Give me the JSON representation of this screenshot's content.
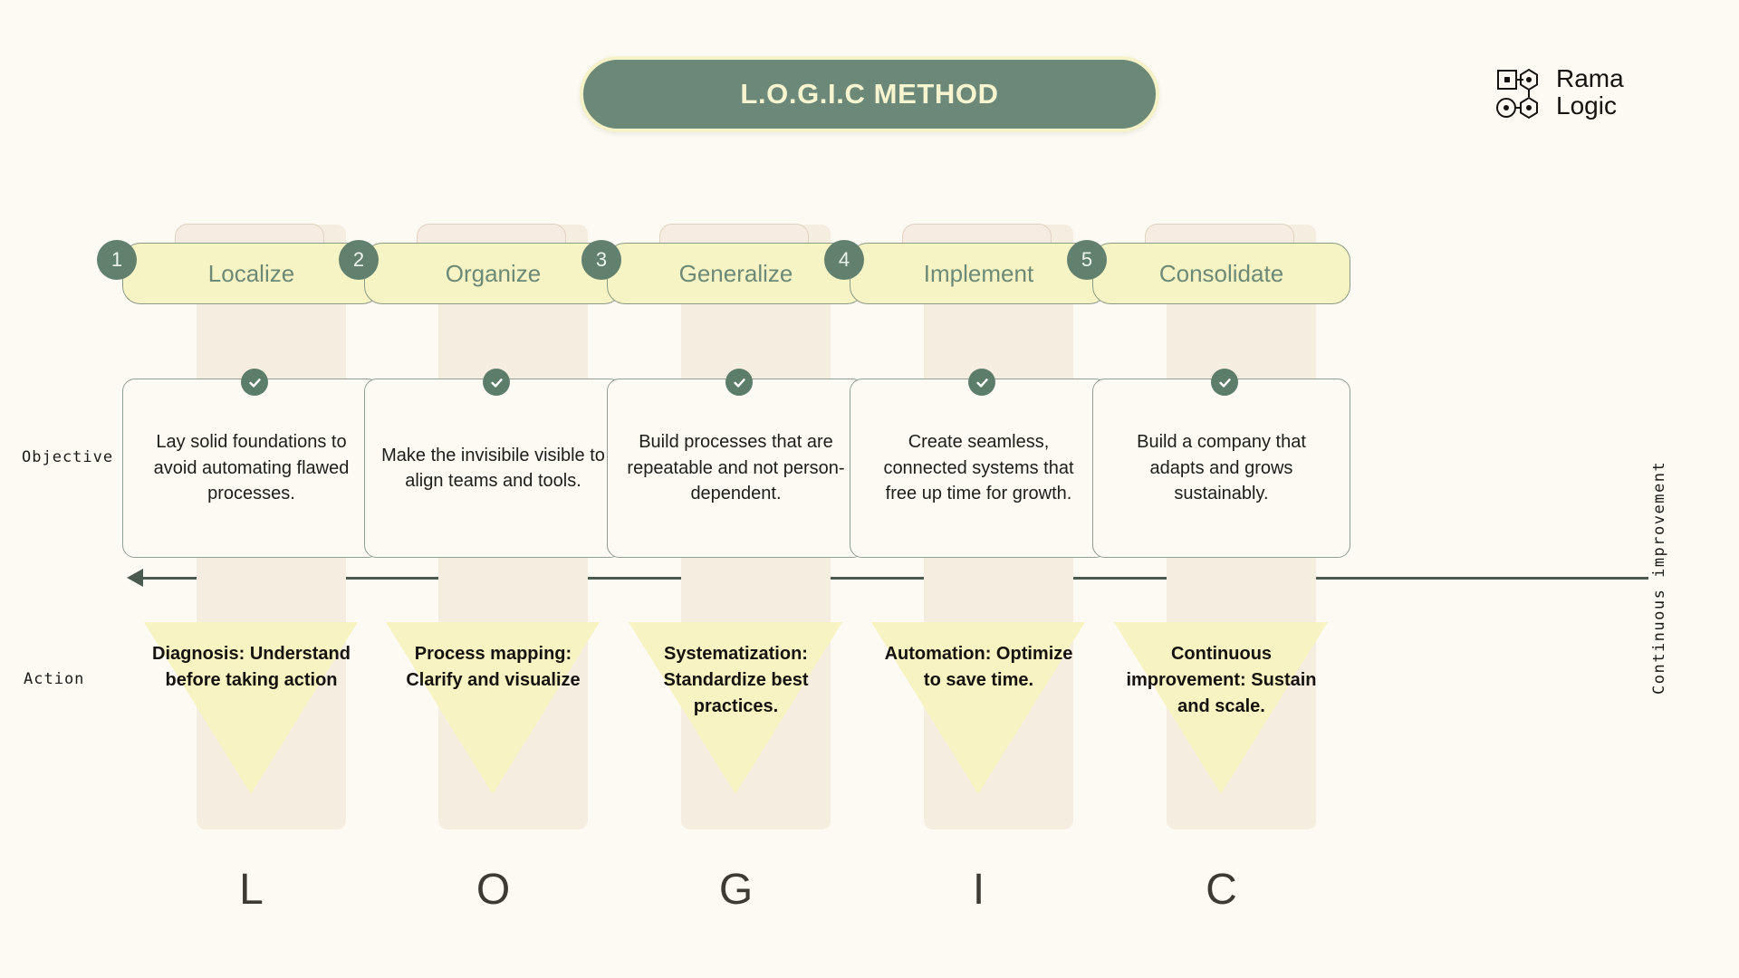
{
  "header": {
    "title": "L.O.G.I.C METHOD",
    "logo": {
      "line1": "Rama",
      "line2": "Logic",
      "mark_icon": "node-graph-icon"
    }
  },
  "row_labels": {
    "objective": "Objective",
    "action": "Action"
  },
  "side_label": "Continuous improvement",
  "arrow": {
    "icon": "left-arrow-icon",
    "direction": "left"
  },
  "colors": {
    "background": "#fdfaf4",
    "sage": "#6b8878",
    "sage_dark": "#5c7d6a",
    "cream": "#f7f4d0",
    "yellow": "#f6f3c4",
    "band": "#f6ede1",
    "text": "#1d1d1a"
  },
  "columns": [
    {
      "step": "1",
      "letter": "L",
      "title": "Localize",
      "objective": "Lay solid foundations to avoid automating flawed processes.",
      "action": "Diagnosis: Understand before taking action",
      "check_icon": "check-circle-icon"
    },
    {
      "step": "2",
      "letter": "O",
      "title": "Organize",
      "objective": "Make the invisibile visible to align teams and tools.",
      "action": "Process mapping: Clarify and visualize",
      "check_icon": "check-circle-icon"
    },
    {
      "step": "3",
      "letter": "G",
      "title": "Generalize",
      "objective": "Build processes that are repeatable and not person-dependent.",
      "action": "Systematization: Standardize best practices.",
      "check_icon": "check-circle-icon"
    },
    {
      "step": "4",
      "letter": "I",
      "title": "Implement",
      "objective": "Create seamless, connected systems that free up time for growth.",
      "action": "Automation: Optimize to save time.",
      "check_icon": "check-circle-icon"
    },
    {
      "step": "5",
      "letter": "C",
      "title": "Consolidate",
      "objective": "Build a company that adapts and grows sustainably.",
      "action": "Continuous improvement: Sustain and scale.",
      "check_icon": "check-circle-icon"
    }
  ]
}
